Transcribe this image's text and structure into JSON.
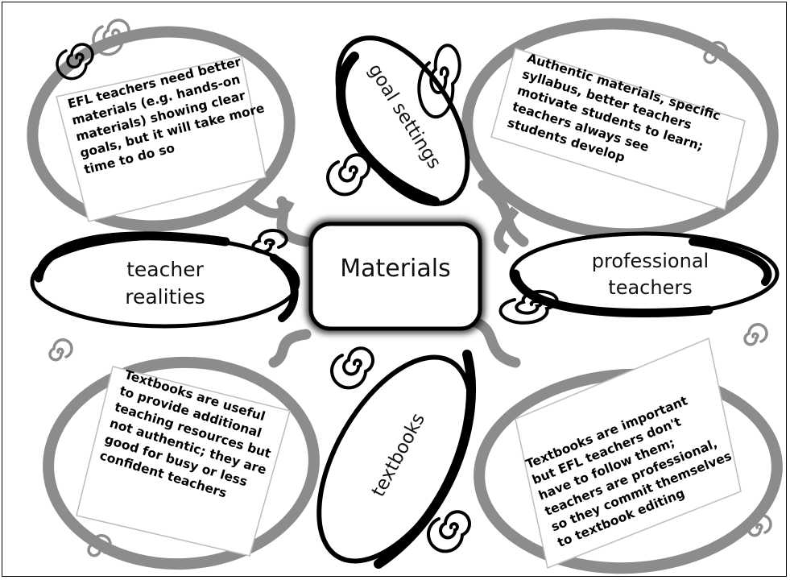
{
  "center": {
    "label": "Materials"
  },
  "nodes": {
    "goal_settings": {
      "label": "goal settings"
    },
    "teacher_realities": {
      "line1": "teacher",
      "line2": "realities"
    },
    "professional_teachers": {
      "line1": "professional",
      "line2": "teachers"
    },
    "textbooks": {
      "label": "textbooks"
    }
  },
  "notes": {
    "top_left": [
      "EFL teachers need better",
      "materials (e.g. hands-on",
      "materials) showing clear",
      "goals, but it will take more",
      "time to do so"
    ],
    "top_right": [
      "Authentic materials, specific",
      "syllabus, better teachers",
      "motivate students to learn;",
      "teachers always see",
      "students develop"
    ],
    "bottom_left": [
      "Textbooks are useful",
      "to provide additional",
      "teaching resources but",
      "not authentic; they are",
      "good for busy or less",
      "confident teachers"
    ],
    "bottom_right": [
      "Textbooks are important",
      "but EFL teachers don't",
      "have to follow them;",
      "teachers are professional,",
      "so they commit themselves",
      "to textbook editing"
    ]
  },
  "colors": {
    "bubble_ring": "#8c8c8c",
    "ink": "#000000",
    "background": "#ffffff"
  }
}
